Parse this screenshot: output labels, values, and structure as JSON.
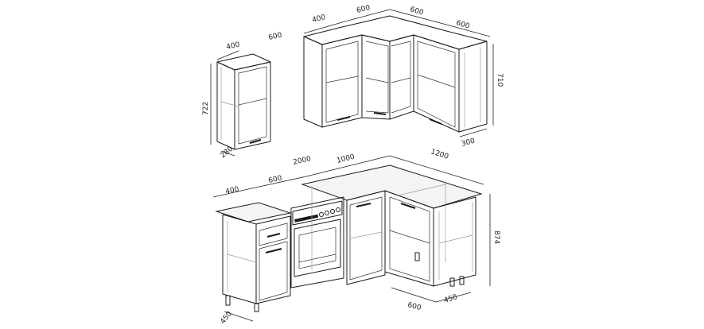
{
  "dimensions": {
    "wall_400_left": "400",
    "wall_600_left": "600",
    "wall_height_left": "722",
    "wall_depth_left": "280",
    "wall_400_right": "400",
    "wall_600_a": "600",
    "wall_600_b": "600",
    "wall_600_c": "600",
    "wall_height_right": "710",
    "wall_depth_right": "300",
    "base_400": "400",
    "base_600": "600",
    "base_2000": "2000",
    "base_1000": "1000",
    "base_1200": "1200",
    "base_height": "874",
    "base_depth_left": "450",
    "base_600_bottom": "600",
    "base_depth_right": "450"
  }
}
